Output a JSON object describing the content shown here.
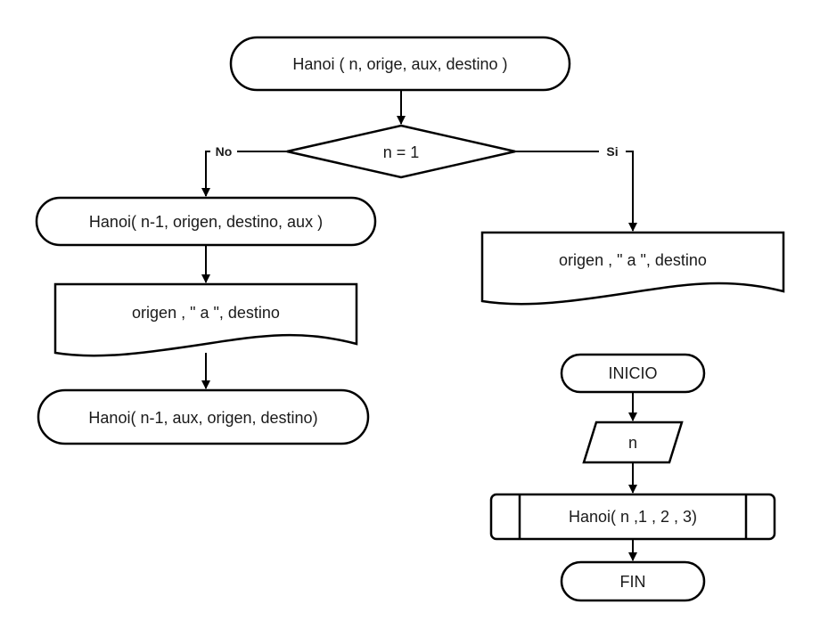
{
  "diagram": {
    "nodes": {
      "hanoi_def": {
        "label": "Hanoi ( n, orige, aux, destino )",
        "shape": "terminator"
      },
      "decision": {
        "label": "n = 1",
        "shape": "decision"
      },
      "call_left_1": {
        "label": "Hanoi( n-1, origen, destino, aux )",
        "shape": "terminator"
      },
      "output_left": {
        "label": "origen , \" a \", destino",
        "shape": "document"
      },
      "call_left_2": {
        "label": "Hanoi( n-1, aux, origen, destino)",
        "shape": "terminator"
      },
      "output_right": {
        "label": "origen , \" a \", destino",
        "shape": "document"
      },
      "inicio": {
        "label": "INICIO",
        "shape": "terminator"
      },
      "input_n": {
        "label": "n",
        "shape": "data"
      },
      "call_main": {
        "label": "Hanoi( n ,1 , 2 , 3)",
        "shape": "predefined-process"
      },
      "fin": {
        "label": "FIN",
        "shape": "terminator"
      }
    },
    "edges": {
      "no": {
        "from": "decision",
        "to": "call_left_1",
        "label": "No"
      },
      "si": {
        "from": "decision",
        "to": "output_right",
        "label": "Si"
      },
      "def_to_decision": {
        "from": "hanoi_def",
        "to": "decision",
        "label": ""
      },
      "left1_to_output": {
        "from": "call_left_1",
        "to": "output_left",
        "label": ""
      },
      "output_to_left2": {
        "from": "output_left",
        "to": "call_left_2",
        "label": ""
      },
      "inicio_to_input": {
        "from": "inicio",
        "to": "input_n",
        "label": ""
      },
      "input_to_call": {
        "from": "input_n",
        "to": "call_main",
        "label": ""
      },
      "call_to_fin": {
        "from": "call_main",
        "to": "fin",
        "label": ""
      }
    },
    "colors": {
      "stroke": "#000000",
      "fill": "#ffffff",
      "text": "#1a1a1a",
      "background": "#ffffff"
    }
  }
}
